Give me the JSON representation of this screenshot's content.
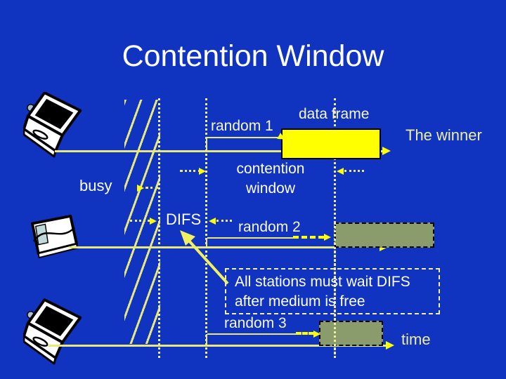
{
  "title": "Contention Window",
  "labels": {
    "data_frame": "data frame",
    "random_1": "random 1",
    "the_winner": "The winner",
    "contention": "contention",
    "window": "window",
    "busy": "busy",
    "difs": "DIFS",
    "random_2": "random 2",
    "callout_1": "All stations must wait DIFS",
    "callout_2": "after medium is free",
    "random_3": "random 3",
    "time": "time"
  },
  "icons": {
    "station_1": "laptop-icon",
    "station_2": "printer-icon",
    "station_3": "laptop-icon"
  },
  "colors": {
    "background": "#1134C0",
    "data_frame_fill": "#FFFF00",
    "backoff_fill": "#8A9C6B",
    "timeline_yellow": "#E9E97B",
    "arrowhead_yellow": "#FFFF00",
    "dotted_guide": "#EDEDA5",
    "text_white": "#FFFFFF",
    "text_pale_yellow": "#EDEDA0"
  }
}
